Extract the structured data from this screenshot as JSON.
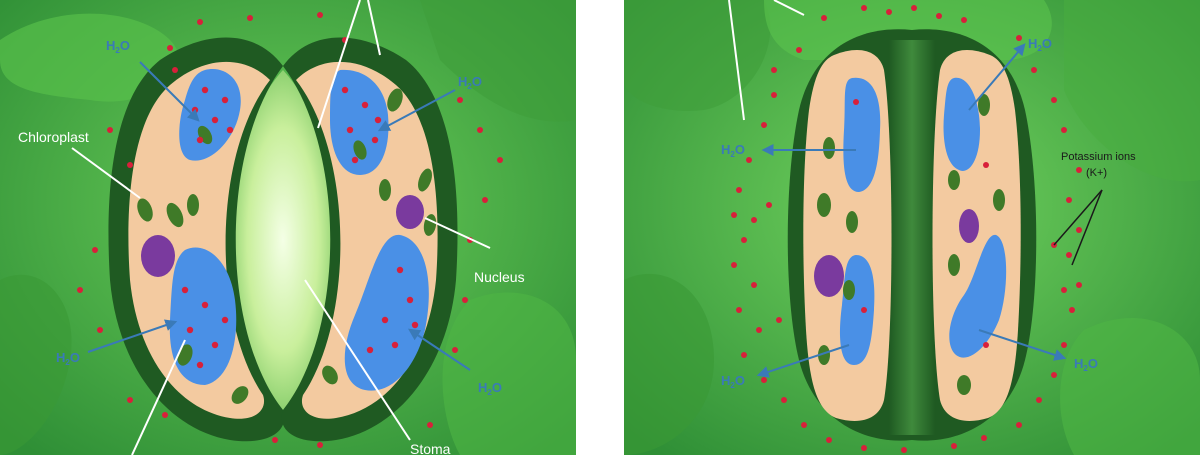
{
  "open_panel": {
    "labels": {
      "chloroplast": "Chloroplast",
      "nucleus": "Nucleus",
      "stoma": "Stoma"
    },
    "water": {
      "main": "H",
      "sub": "2",
      "tail": "O"
    }
  },
  "closed_panel": {
    "labels": {
      "potassium": "Potassium ions",
      "potassium_symbol": "(K+)"
    },
    "water": {
      "main": "H",
      "sub": "2",
      "tail": "O"
    }
  },
  "colors": {
    "leaf_green": "#4caf3e",
    "dark_green": "#1f5a22",
    "cytoplasm": "#f3caa0",
    "vacuole": "#4a90e6",
    "nucleus": "#7a3a9e",
    "ion_red": "#d8203a",
    "arrow_blue": "#3a7ab8"
  }
}
